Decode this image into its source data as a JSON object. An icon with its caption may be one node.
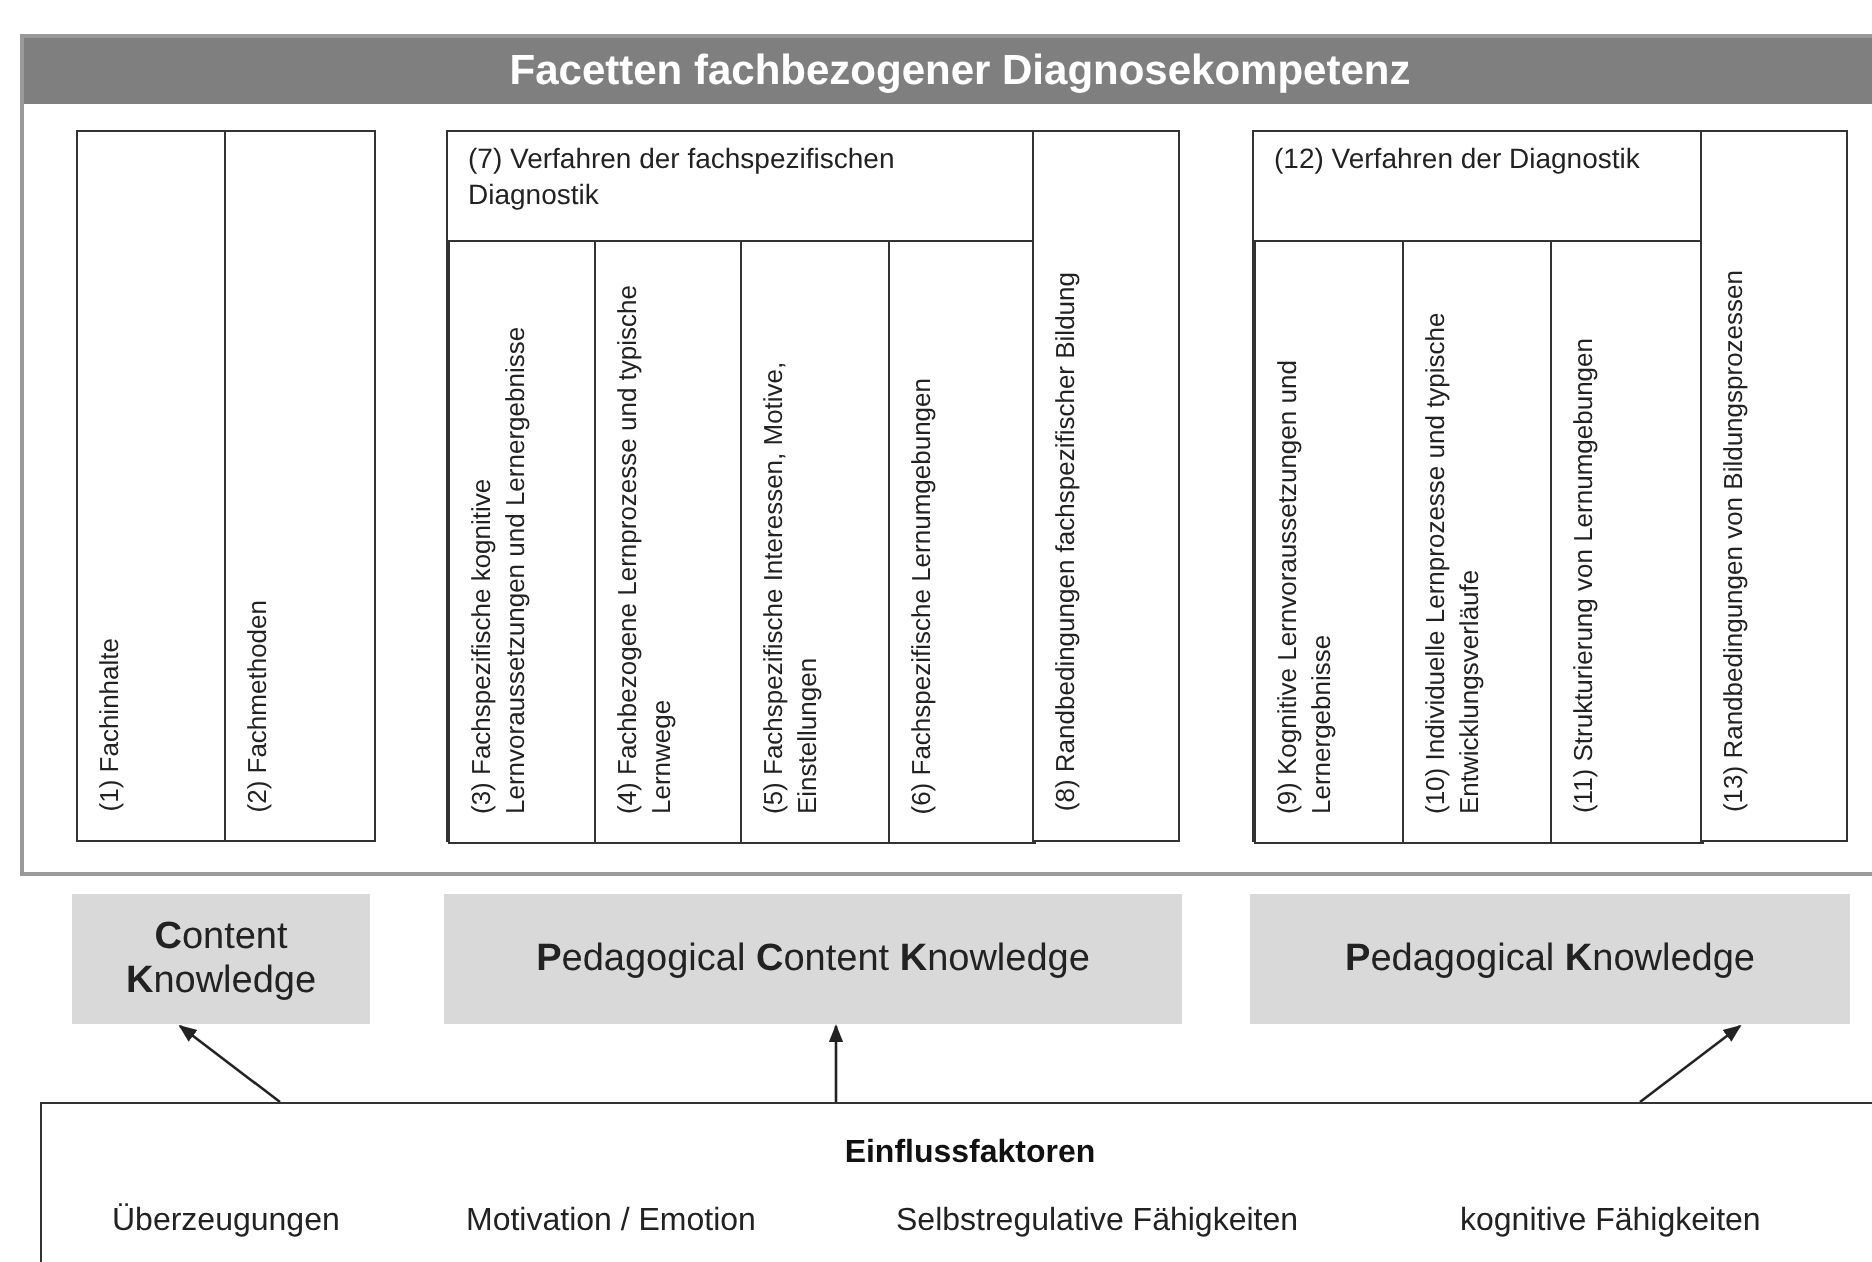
{
  "diagram": {
    "nodes": [
      {
        "text": [
          "Facetten fachbezogener Diagnosekompetenz"
        ]
      },
      {
        "text": [
          "(1) Fachinhalte"
        ],
        "in": 0
      },
      {
        "text": [
          "(2) Fachmethoden"
        ],
        "in": 0
      },
      {
        "text": [
          "(7) Verfahren der fachspezifischen Diagnostik"
        ],
        "in": 0
      },
      {
        "text": [
          "(3) Fachspezifische kognitive Lernvoraussetzungen und Lernergebnisse"
        ],
        "in": 3
      },
      {
        "text": [
          "(4) Fachbezogene Lernprozesse und typische Lernwege"
        ],
        "in": 3
      },
      {
        "text": [
          "(5) Fachspezifische Interessen, Motive, Einstellungen"
        ],
        "in": 3
      },
      {
        "text": [
          "(6) Fachspezifische Lernumgebungen"
        ],
        "in": 3
      },
      {
        "text": [
          "(8) Randbedingungen fachspezifischer Bildung"
        ],
        "in": 0
      },
      {
        "text": [
          "(12) Verfahren der Diagnostik"
        ],
        "in": 0
      },
      {
        "text": [
          "(9) Kognitive Lernvoraussetzungen und Lernergebnisse"
        ],
        "in": 9
      },
      {
        "text": [
          "(10) Individuelle Lernprozesse und typische Entwicklungsverläufe"
        ],
        "in": 9
      },
      {
        "text": [
          "(11) Strukturierung von Lernumgebungen"
        ],
        "in": 9
      },
      {
        "text": [
          "(13) Randbedingungen von Bildungsprozessen"
        ],
        "in": 0
      },
      {
        "text": [
          "**C**ontent **K**nowledge"
        ]
      },
      {
        "text": [
          "**P**edagogical **C**ontent **K**nowledge"
        ]
      },
      {
        "text": [
          "**P**edagogical **K**nowledge"
        ]
      },
      {
        "text": [
          "Einflussfaktoren",
          "Überzeugungen",
          "Motivation / Emotion",
          "Selbstregulative Fähigkeiten",
          "kognitive Fähigkeiten"
        ]
      }
    ],
    "edges": [
      {
        "from": 17,
        "to": 14,
        "arrow": "to"
      },
      {
        "from": 17,
        "to": 15,
        "arrow": "to"
      },
      {
        "from": 17,
        "to": 16,
        "arrow": "to"
      }
    ]
  }
}
